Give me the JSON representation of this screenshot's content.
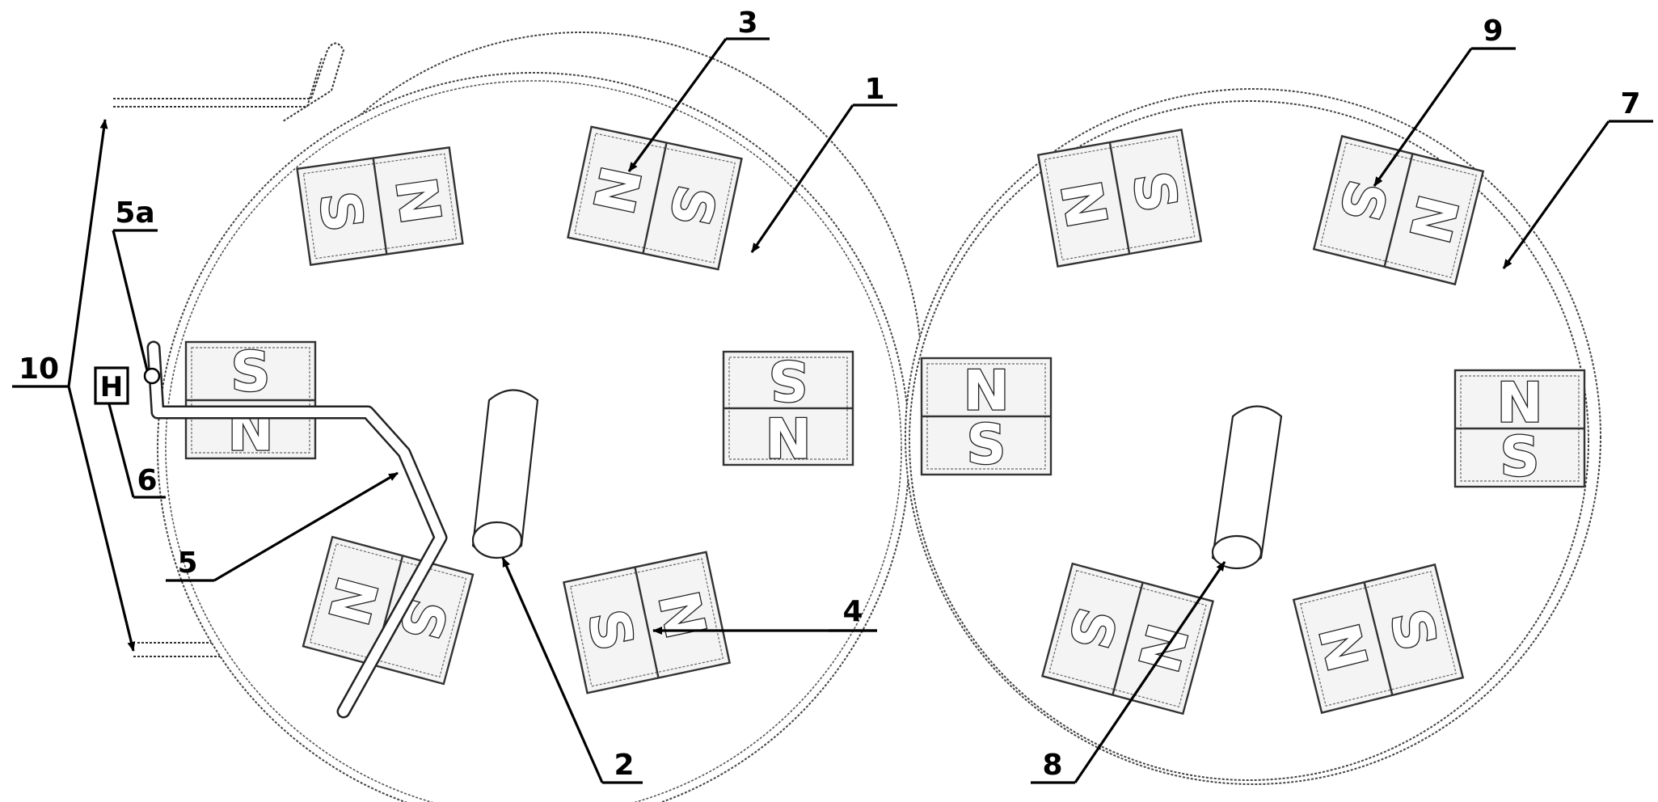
{
  "labels": {
    "l1": "1",
    "l2": "2",
    "l3": "3",
    "l4": "4",
    "l5": "5",
    "l5a": "5a",
    "l6": "6",
    "l7": "7",
    "l8": "8",
    "l9": "9",
    "l10": "10"
  },
  "sensor": {
    "letter": "H"
  },
  "poles": {
    "north": "N",
    "south": "S"
  }
}
